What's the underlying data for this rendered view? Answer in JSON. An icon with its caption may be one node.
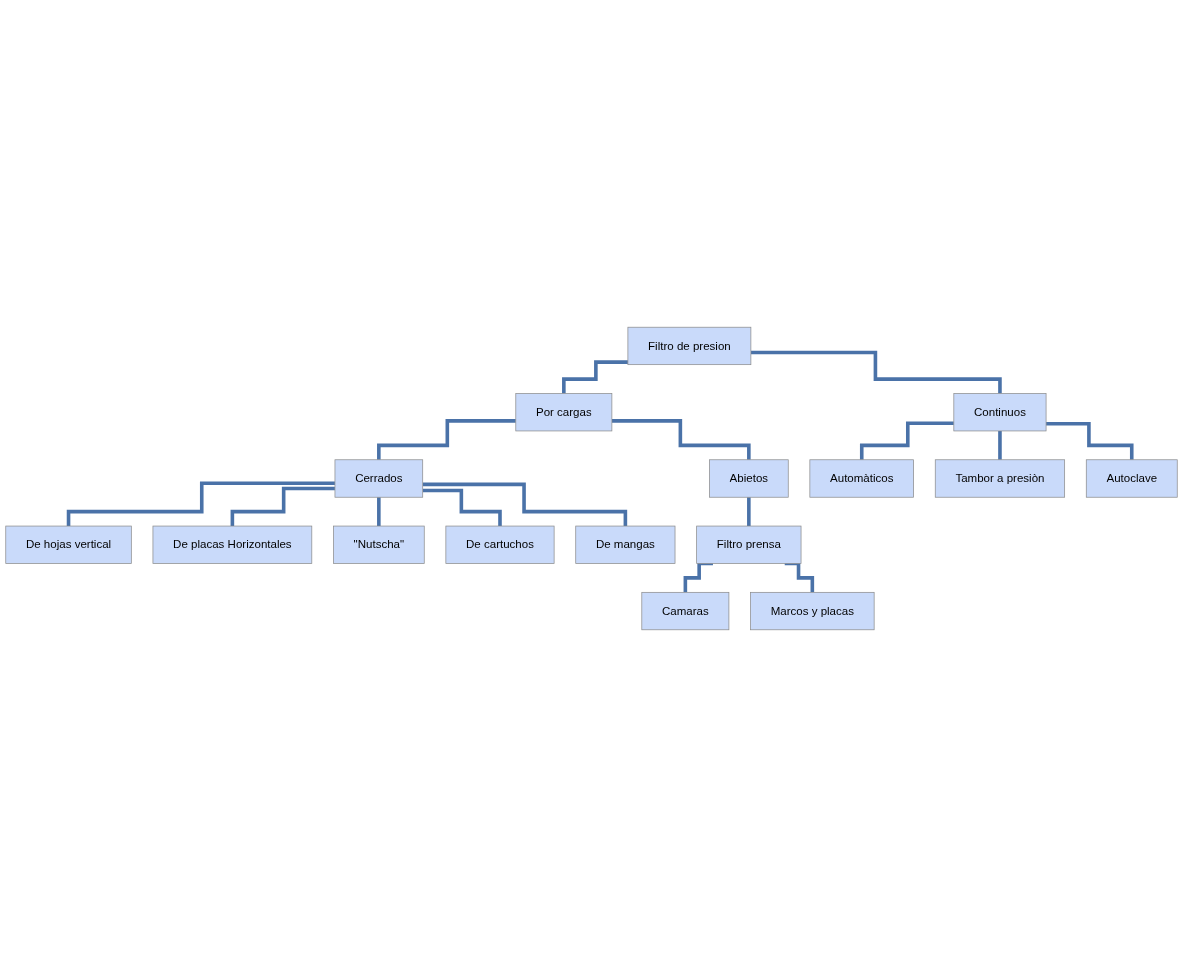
{
  "diagram": {
    "nodes": [
      {
        "text": [
          "Filtro de presion"
        ]
      },
      {
        "text": [
          "Por cargas"
        ]
      },
      {
        "text": [
          "Continuos"
        ]
      },
      {
        "text": [
          "Cerrados"
        ]
      },
      {
        "text": [
          "Abietos"
        ]
      },
      {
        "text": [
          "Automàticos"
        ]
      },
      {
        "text": [
          "De hojas vertical"
        ]
      },
      {
        "text": [
          "Filtro prensa"
        ]
      },
      {
        "text": [
          "Tambor a presiòn"
        ]
      },
      {
        "text": [
          "De placas Horizontales"
        ]
      },
      {
        "text": [
          "Camaras"
        ]
      },
      {
        "text": [
          "Autoclave"
        ]
      },
      {
        "text": [
          "\"Nutscha\""
        ]
      },
      {
        "text": [
          "Marcos y placas"
        ]
      },
      {
        "text": [
          "De cartuchos"
        ]
      },
      {
        "text": [
          "De mangas"
        ]
      }
    ],
    "edges": [
      {
        "from": 0,
        "to": 1,
        "arrow": "none"
      },
      {
        "from": 0,
        "to": 2,
        "arrow": "none"
      },
      {
        "from": 1,
        "to": 3,
        "arrow": "none"
      },
      {
        "from": 1,
        "to": 4,
        "arrow": "none"
      },
      {
        "from": 3,
        "to": 6,
        "arrow": "none"
      },
      {
        "from": 3,
        "to": 9,
        "arrow": "none"
      },
      {
        "from": 3,
        "to": 12,
        "arrow": "none"
      },
      {
        "from": 3,
        "to": 14,
        "arrow": "none"
      },
      {
        "from": 3,
        "to": 15,
        "arrow": "none"
      },
      {
        "from": 4,
        "to": 7,
        "arrow": "none"
      },
      {
        "from": 7,
        "to": 10,
        "arrow": "none"
      },
      {
        "from": 7,
        "to": 13,
        "arrow": "none"
      },
      {
        "from": 2,
        "to": 5,
        "arrow": "none"
      },
      {
        "from": 2,
        "to": 8,
        "arrow": "none"
      },
      {
        "from": 2,
        "to": 11,
        "arrow": "none"
      }
    ]
  }
}
